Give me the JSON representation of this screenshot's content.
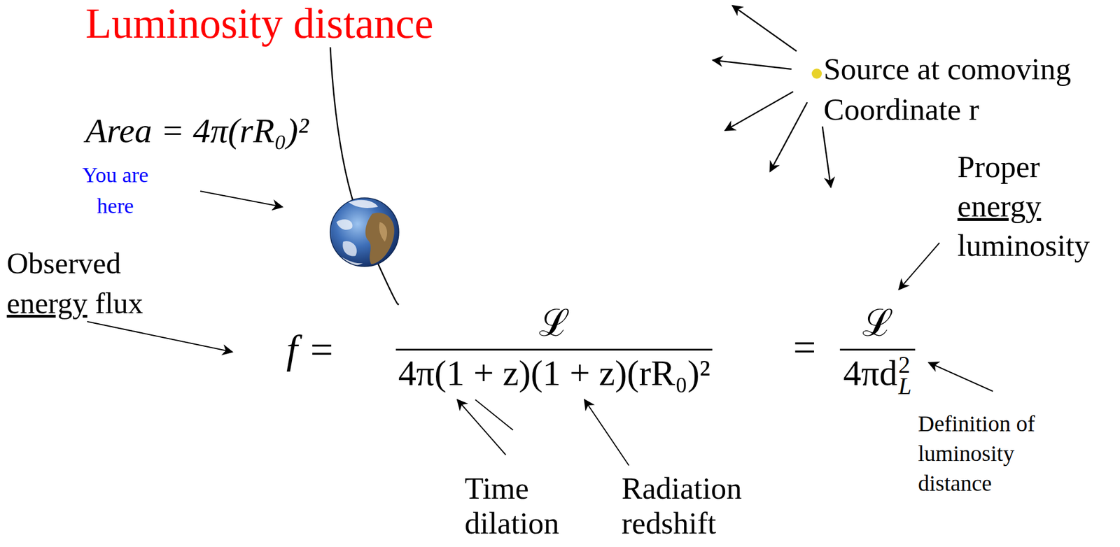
{
  "diagram": {
    "title": "Luminosity distance",
    "labels": [
      "Area = 4π(rR₀)²",
      "You are here",
      "Observed",
      "energy",
      "flux",
      "f =",
      "ℒ",
      "4π(1 + z)(1 + z)(rR₀)²",
      "=",
      "ℒ",
      "4πd",
      "2",
      "L",
      "Source at comoving Coordinate r",
      "Proper",
      "energy",
      "luminosity",
      "Definition of luminosity distance",
      "Time dilation",
      "Radiation redshift"
    ]
  }
}
